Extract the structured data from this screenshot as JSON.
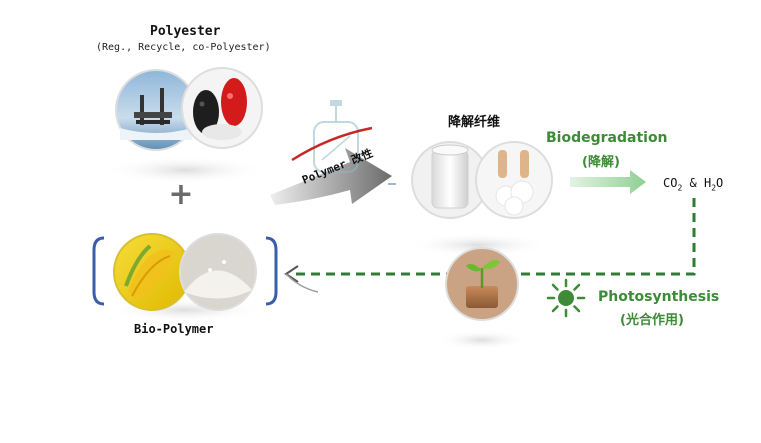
{
  "polyester": {
    "title": "Polyester",
    "subtitle": "(Reg., Recycle, co-Polyester)"
  },
  "plus_symbol": "+",
  "bio_polymer": {
    "label": "Bio-Polymer"
  },
  "process": {
    "label": "Polymer 改性"
  },
  "fiber": {
    "label": "降解纤维"
  },
  "biodegradation": {
    "label": "Biodegradation",
    "label_cn": "(降解)"
  },
  "products": {
    "co2": "CO",
    "co2_sub": "2",
    "and": " & H",
    "h2o_sub": "2",
    "o": "O"
  },
  "photosynthesis": {
    "label": "Photosynthesis",
    "label_cn": "(光合作用)"
  },
  "colors": {
    "green_text": "#3d8b37",
    "dashed_line": "#2e7d32",
    "bracket": "#3a5fa8",
    "arrow_light": "#a5d6a7"
  }
}
